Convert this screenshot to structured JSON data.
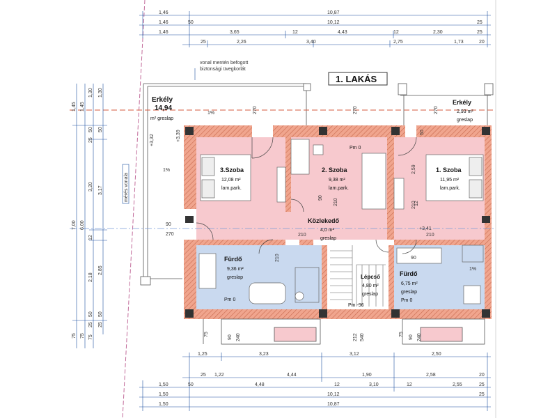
{
  "title": "1. LAKÁS",
  "note": {
    "line1": "vonal mentén befogott",
    "line2": "biztonsági üvegkorlát"
  },
  "dims_top": {
    "row1": [
      "1,46",
      "10,87"
    ],
    "row2": [
      "1,46",
      "50",
      "10,12",
      "25"
    ],
    "row3": [
      "1,46",
      "3,65",
      "12",
      "4,43",
      "12",
      "2,30",
      "25"
    ],
    "row4": [
      "25",
      "2,26",
      "3,40",
      "2,75",
      "1,73",
      "20"
    ]
  },
  "dims_bottom": {
    "row1": [
      "1,25",
      "3,23",
      "3,12",
      "2,50"
    ],
    "row2": [
      "25",
      "1,22",
      "4,44",
      "1,90",
      "2,58",
      "20"
    ],
    "row3": [
      "1,50",
      "50",
      "4,48",
      "12",
      "3,10",
      "12",
      "2,55",
      "25"
    ],
    "row4": [
      "1,50",
      "10,12",
      "25"
    ],
    "row5": [
      "1,50",
      "10,87"
    ]
  },
  "dims_left": {
    "outer": [
      "1,45",
      "7,00",
      "75"
    ],
    "mid": [
      "1,45",
      "6,00",
      "75"
    ],
    "inner": [
      "1,30",
      "50",
      "25",
      "3,20",
      "12",
      "2,18",
      "50",
      "25",
      "75"
    ],
    "inner2": [
      "1,30",
      "50",
      "3,17",
      "2,85",
      "50",
      "25"
    ]
  },
  "misc_dims": [
    "270",
    "270",
    "270",
    "+3,32",
    "+3,39",
    "+3,41",
    "2,59",
    "1%",
    "1%",
    "1%",
    "90",
    "270",
    "90",
    "210",
    "210",
    "210",
    "210",
    "90",
    "210",
    "90",
    "240",
    "90",
    "240",
    "212",
    "540",
    "50",
    "12",
    "75",
    "75"
  ],
  "rooms": [
    {
      "name": "Erkély",
      "area": "14,94",
      "unit": "m² greslap",
      "floor": ""
    },
    {
      "name": "3.Szoba",
      "area": "12,08 m²",
      "floor": "lam.park."
    },
    {
      "name": "2. Szoba",
      "area": "9,38 m²",
      "floor": "lam.park."
    },
    {
      "name": "1. Szoba",
      "area": "11,95 m²",
      "floor": "lam.park."
    },
    {
      "name": "Erkély",
      "area": "2,93 m²",
      "floor": "greslap"
    },
    {
      "name": "Közlekedő",
      "area": "4,0 m²",
      "floor": "greslap"
    },
    {
      "name": "Fürdő",
      "area": "9,36 m²",
      "floor": "greslap"
    },
    {
      "name": "Lépcső",
      "area": "4,80 m²",
      "floor": "greslap"
    },
    {
      "name": "Fürdő",
      "area": "6,75 m²",
      "floor": "greslap"
    }
  ],
  "levels": [
    "Pm 0",
    "Pm 0",
    "Pm 0",
    "Pm -96"
  ],
  "side_note": "mérés vonala",
  "colors": {
    "wall": "#e8836a",
    "room_pink": "#f7c9ce",
    "room_blue": "#c9d9ef",
    "dim": "#1b4fa0",
    "dash": "#d45a3c",
    "axis_blue": "#7a9bd6"
  }
}
